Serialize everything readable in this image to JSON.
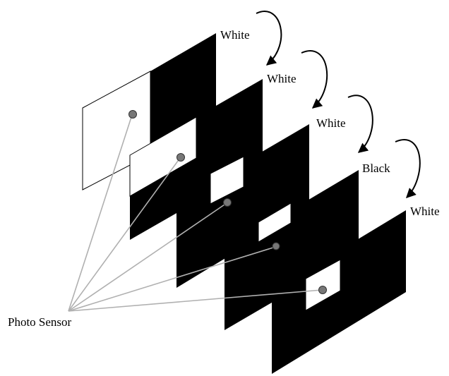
{
  "labels": {
    "pattern_1": "White",
    "pattern_2": "White",
    "pattern_3": "White",
    "pattern_4": "Black",
    "pattern_5": "White",
    "sensor": "Photo Sensor"
  },
  "colors": {
    "ink": "#000000",
    "paper": "#ffffff",
    "sensor_fill": "#777777",
    "lead_line": "#b0b0b0"
  },
  "icons": {
    "transition_arrow": "curved-arrow-icon",
    "sensor": "sensor-dot-icon"
  }
}
